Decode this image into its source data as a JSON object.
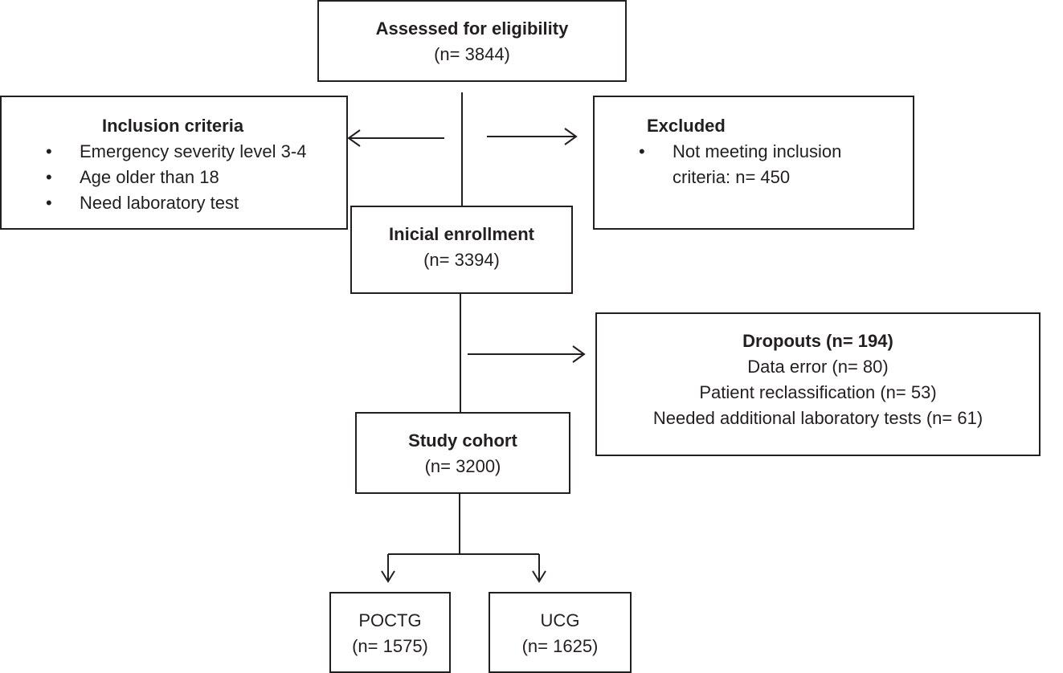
{
  "assessed": {
    "title": "Assessed for eligibility",
    "count": "(n= 3844)"
  },
  "inclusion": {
    "title": "Inclusion criteria",
    "items": [
      "Emergency severity level 3-4",
      "Age older than 18",
      "Need laboratory test"
    ]
  },
  "excluded": {
    "title": "Excluded",
    "item_line1": "Not meeting inclusion",
    "item_line2": "criteria: n= 450"
  },
  "enrollment": {
    "title": "Inicial enrollment",
    "count": "(n= 3394)"
  },
  "dropouts": {
    "title": "Dropouts (n= 194)",
    "lines": [
      "Data error (n= 80)",
      "Patient reclassification (n= 53)",
      "Needed additional laboratory tests (n= 61)"
    ]
  },
  "cohort": {
    "title": "Study cohort",
    "count": "(n= 3200)"
  },
  "poctg": {
    "label": "POCTG",
    "count": "(n= 1575)"
  },
  "ucg": {
    "label": "UCG",
    "count": "(n= 1625)"
  }
}
